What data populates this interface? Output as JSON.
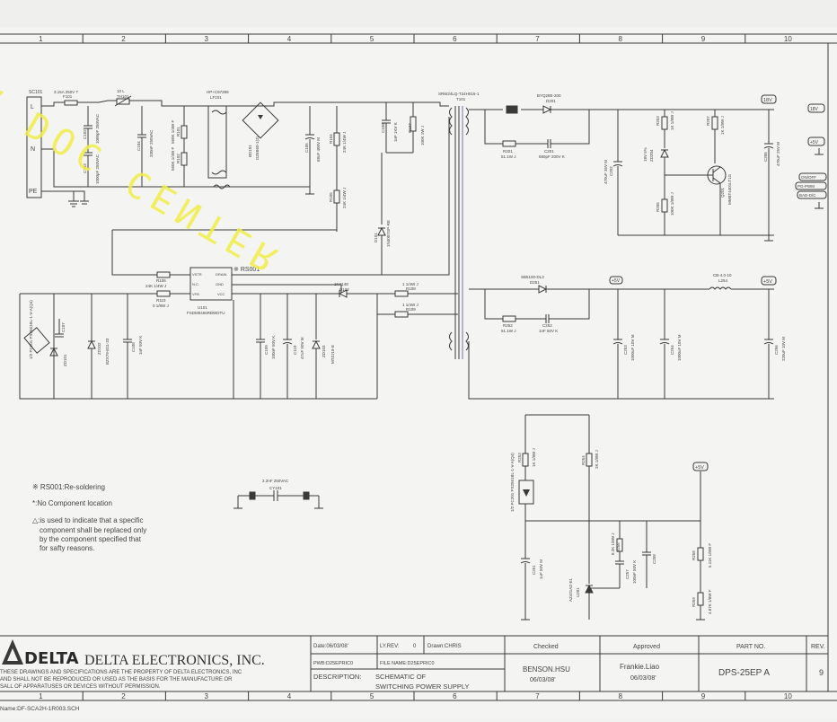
{
  "columns": [
    "1",
    "2",
    "3",
    "4",
    "5",
    "6",
    "7",
    "8",
    "9",
    "10"
  ],
  "connectors": {
    "ac_input": {
      "ref": "SC101",
      "pins": [
        "L",
        "N",
        "PE"
      ]
    },
    "outputs": [
      "18V",
      "+5V",
      "ON/OFF",
      "PG-PWM",
      "BAD-D/C"
    ]
  },
  "components": {
    "fuse": "F101",
    "fuse_value": "3.15A 250V T",
    "thermistor": "TH101",
    "thermistor_value": "10 L",
    "line_filter": "LF101",
    "line_filter_value": "HP+C97399",
    "bridge": "BD101",
    "bridge_value": "DZ6B60-1(3)",
    "c102": "C102",
    "c102_value": "1000pF 250VAC",
    "c103": "C103",
    "c103_value": "1000pF 250VAC",
    "c101": "C101",
    "c101_value": "100nF 250VAC",
    "c104": "C104",
    "c104_value": "330nF 250VAC",
    "r101": "R101",
    "r101_value": "560K 1/4W F",
    "r102": "R102",
    "r102_value": "560K 1/4W F",
    "c105": "C105",
    "c105_value": "68uF 400V M",
    "r104": "R104",
    "r104_value": "24K 1/4W J",
    "r105": "R105",
    "r105_value": "24K 1/4W J",
    "c106": "C106",
    "c106_value": "1nF 1KV K",
    "r107": "R107",
    "r107_value": "100K 1W J",
    "d101": "D101",
    "d101_value": "1N4007GP-RE",
    "transformer": "T101",
    "transformer_value": "SRW24LQ-T24H016-1",
    "d201": "D201",
    "d201_value": "BYQ28E-200",
    "r201": "R201",
    "r201_value": "51.1W J",
    "c201": "C201",
    "c201_value": "680pF 200V K",
    "c202": "C202",
    "c202_value": "470uF 35V M",
    "zd204": "ZD204",
    "zd204_value": "18V 5%",
    "r205": "R205",
    "r205_value": "100K 1/8W J",
    "q201": "Q201",
    "q201_value": "MMBT4401LT1G",
    "r203": "R203",
    "r203_value": "1K 1/8W J",
    "r207": "R207",
    "r207_value": "1K 1/8W J",
    "c205": "C205",
    "c205_value": "470uF 25V M",
    "ic_controller": "U101",
    "ic_value": "FSDM0465RBWDTU",
    "ic_pins": [
      "VSTR",
      "DRAIN",
      "N.C.",
      "GND",
      "VFB",
      "VCC"
    ],
    "rs001": "RS001",
    "r106": "R106",
    "r106_value": "24K 1/4W J",
    "r110": "R110",
    "r110_value": "0 1/8W J",
    "d102": "D102",
    "d102_value": "1N4148",
    "r108": "R108",
    "r108_value": "1 1/4W J",
    "r109": "R109",
    "r109_value": "1 1/4W J",
    "pc201a": "PC201",
    "pc201a_value": "1/2 PC201 PS2561BL-1-V-A(Q4)",
    "zd101": "ZD101",
    "zd102": "ZD102",
    "zd102_value": "BZX79-B11-33",
    "c107": "C107",
    "c107_value": "47nF 50V M",
    "c108": "C108",
    "c108_value": "1nF 50V K",
    "c109": "C109",
    "c109_value": "100nF 50V K",
    "c110": "C110",
    "c110_value": "47uF 50V M",
    "zd103": "ZD103",
    "zd103_value": "MTZJ18-E",
    "d251": "D251",
    "d251_value": "SB5100-DL3",
    "r252": "R252",
    "r252_value": "51.1W J",
    "c252": "C252",
    "c252_value": "1nF 50V K",
    "l254": "L254",
    "l254_value": "CB-4.0-10",
    "c253": "C253",
    "c253_value": "1000uF 10V M",
    "c254": "C254",
    "c254_value": "1000uF 10V M",
    "c256": "C256",
    "c256_value": "220uF 10V M",
    "r253": "R253",
    "r253_value": "1K 1/8W J",
    "r254": "R254",
    "r254_value": "2K 1/8W J",
    "pc201b": "PC201",
    "pc201b_value": "1/2 PC201 PS2561BL-1-V-A(Q4)",
    "c251": "C251",
    "c251_value": "1uF 50V M",
    "u201": "U201",
    "u201_value": "AZ431AZ-E1",
    "r256": "R256",
    "r256_value": "8.2K 1/8W J",
    "r257": "R257",
    "r257_value": "1K 1/8W J",
    "c257": "C257",
    "c257_value": "100nF 50V K",
    "c258": "C258",
    "r258": "R258",
    "r258_value": "5.11K 1/8W F",
    "r259": "R259",
    "r259_value": "4.87K 1/8W F",
    "cy101": "CY101",
    "cy101_value": "2.2nF 250VAC",
    "plus5": "+5V",
    "v18": "18V"
  },
  "notes": {
    "rs001": "※ RS001:Re-soldering",
    "no_component": "*:No Component location",
    "safety_line1": "△:is used to indicate that a specific",
    "safety_line2": "component shall be replaced only",
    "safety_line3": "by the component specified that",
    "safety_line4": "for safty reasons."
  },
  "watermark": "DELTA DOC CENTER",
  "title_block": {
    "logo_text": "DELTA",
    "company": "DELTA ELECTRONICS, INC.",
    "disclaimer_1": "THESE DRAWINGS AND SPECIFICATIONS ARE THE PROPERTY OF DELTA ELECTRONICS, INC",
    "disclaimer_2": "AND SHALL NOT BE REPRODUCED OR USED AS THE BASIS FOR THE MANUFACTURE OR",
    "disclaimer_3": "SALL OF APPARATUSES OR DEVICES WITHOUT PERMISSION.",
    "date": "Date:06/03/08'",
    "ly_rev": "LY.REV:",
    "ly_rev_value": "0",
    "drawn": "Drawn:CHRIS",
    "pwb": "PWB:D25EPRIC0",
    "file_name": "FILE NAME:D25EPRIC0",
    "description_label": "DESCRIPTION:",
    "description_1": "SCHEMATIC OF",
    "description_2": "SWITCHING POWER SUPPLY",
    "checked_label": "Checked",
    "checked_name": "BENSON.HSU",
    "checked_date": "06/03/08'",
    "approved_label": "Approved",
    "approved_name": "Frankie.Liao",
    "approved_date": "06/03/08'",
    "part_no_label": "PART NO.",
    "part_no": "DPS-25EP A",
    "rev_label": "REV.",
    "rev_value": "9"
  },
  "footer": "Name:DF-SCA2H-1R003.SCH",
  "colors": {
    "ink": "#3a3a3a",
    "watermark": "#f2ee4a",
    "paper": "#f4f4f2"
  }
}
